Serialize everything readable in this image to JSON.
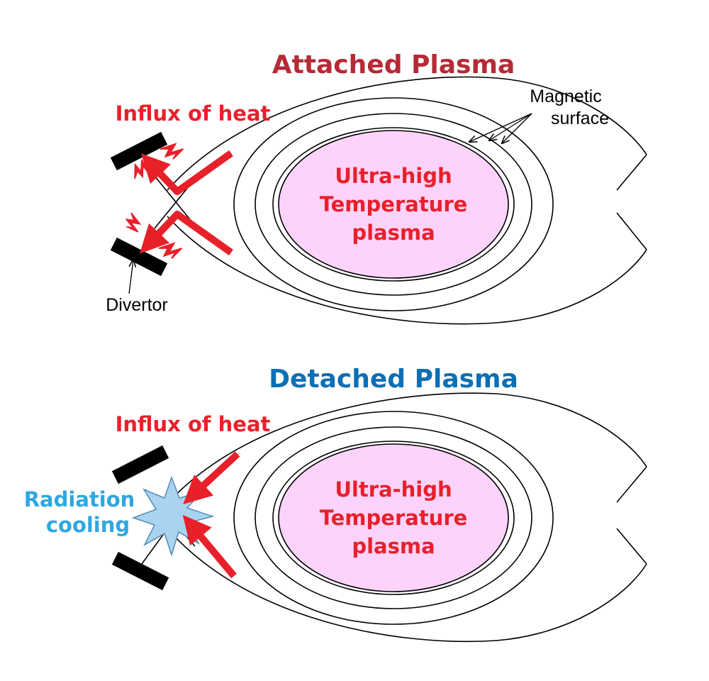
{
  "colors": {
    "attached_title": "#b52a36",
    "detached_title": "#0b6fb5",
    "heat_red": "#e8202a",
    "plasma_fill": "#fdd3fb",
    "radiation_blue": "#2ea7e0",
    "star_fill": "#a8d4f0",
    "star_stroke": "#5a8fb8"
  },
  "attached": {
    "title": "Attached Plasma",
    "heat_label": "Influx of heat",
    "core_lines": [
      "Ultra-high",
      "Temperature",
      "plasma"
    ],
    "magnetic_label_lines": [
      "Magnetic",
      "surface"
    ],
    "divertor_label": "Divertor"
  },
  "detached": {
    "title": "Detached Plasma",
    "heat_label": "Influx of heat",
    "core_lines": [
      "Ultra-high",
      "Temperature",
      "plasma"
    ],
    "radiation_lines": [
      "Radiation",
      "cooling"
    ]
  },
  "icons": [
    "heat-flash-icon",
    "radiation-star-icon",
    "divertor-plate-icon",
    "heat-arrow-icon"
  ]
}
